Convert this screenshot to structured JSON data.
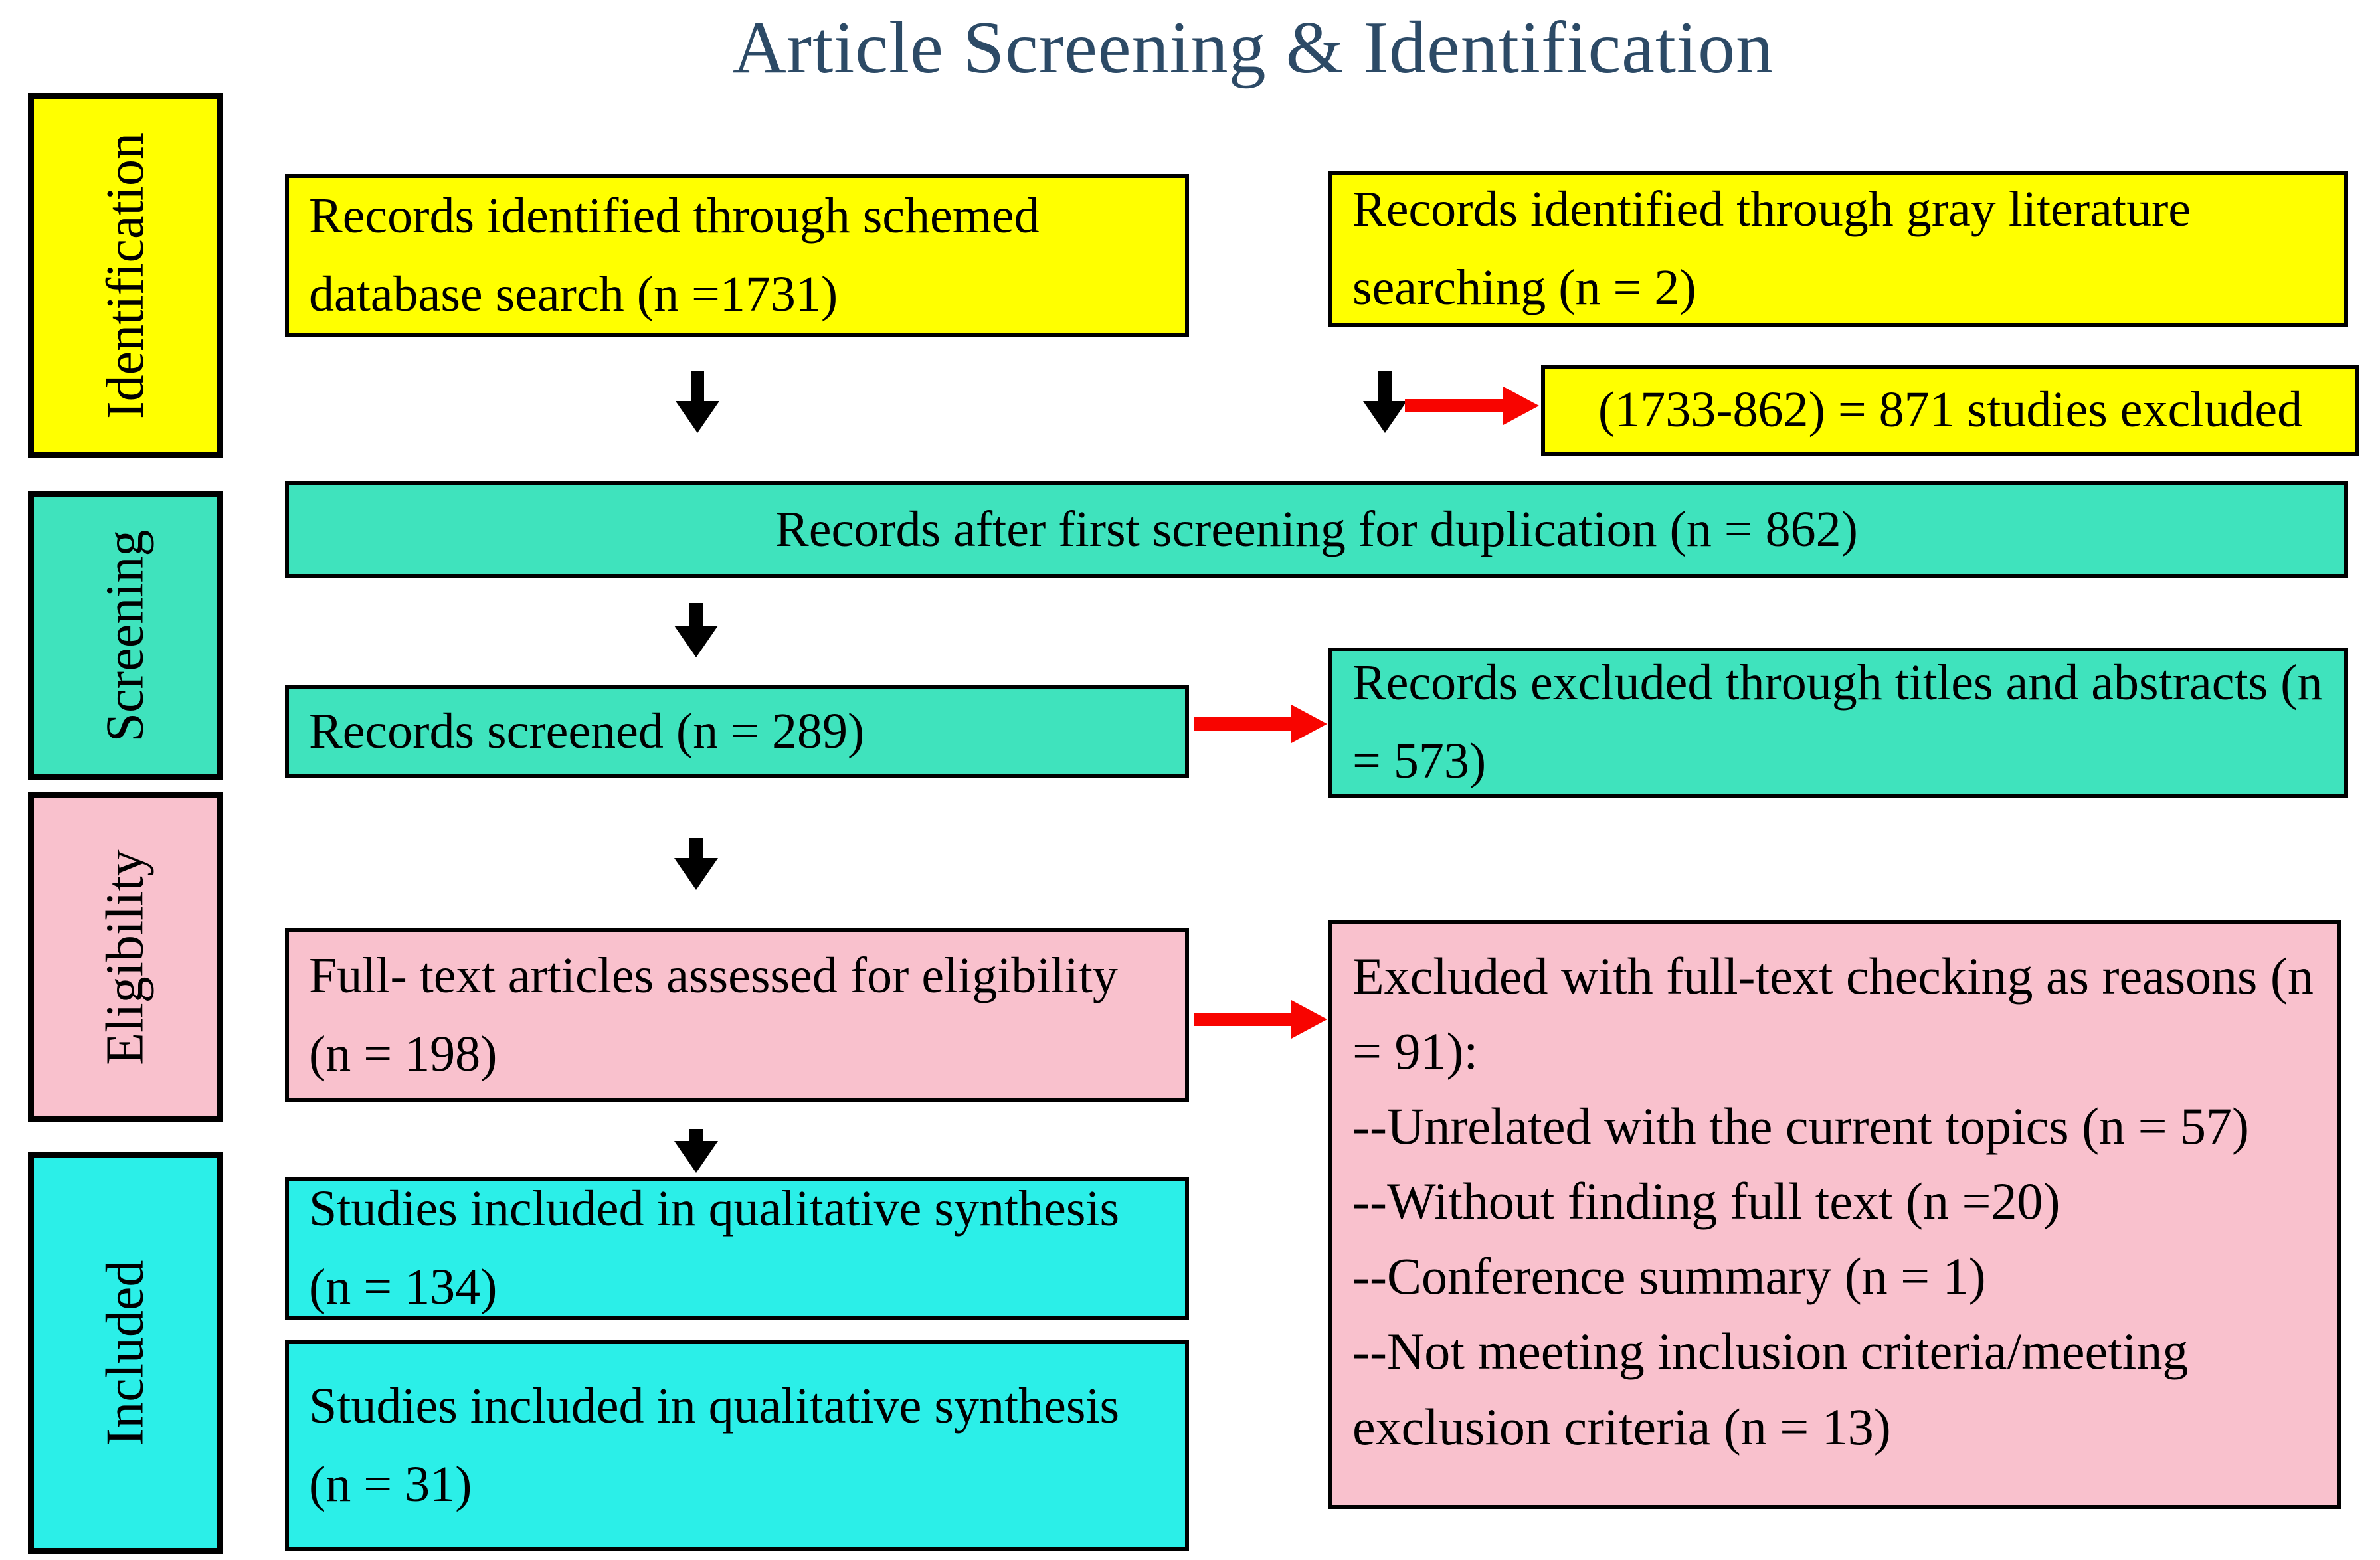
{
  "title": {
    "text": "Article Screening & Identification"
  },
  "colors": {
    "yellow": "#FFFF00",
    "teal": "#3FE3BD",
    "cyan": "#2BEFE8",
    "pink": "#F9C1CD",
    "arrow_red": "#F80400",
    "arrow_black": "#000000",
    "title_text": "#2C4A66"
  },
  "sidebar": {
    "items": [
      {
        "label": "Identification"
      },
      {
        "label": "Screening"
      },
      {
        "label": "Eligibility"
      },
      {
        "label": "Included"
      }
    ]
  },
  "boxes": {
    "db_search": "Records identified through schemed database search (n =1731)",
    "gray_literature": "Records identified through gray literature searching (n = 2)",
    "studies_excluded": "(1733-862) = 871 studies excluded",
    "after_duplication": "Records after first screening for duplication (n = 862)",
    "records_screened": "Records screened (n = 289)",
    "excluded_titles_abstracts": "Records excluded through titles and abstracts (n = 573)",
    "fulltext_assessed": "Full- text articles assessed for eligibility (n = 198)",
    "fulltext_excluded_lines": [
      "Excluded with full-text checking as reasons (n = 91):",
      "--Unrelated with the current topics (n = 57)",
      "--Without finding full text (n =20)",
      "--Conference summary (n = 1)",
      "--Not meeting inclusion criteria/meeting exclusion criteria (n = 13)"
    ],
    "included_qualitative_1": "Studies included in qualitative synthesis (n = 134)",
    "included_qualitative_2": "Studies included in qualitative synthesis (n = 31)"
  }
}
